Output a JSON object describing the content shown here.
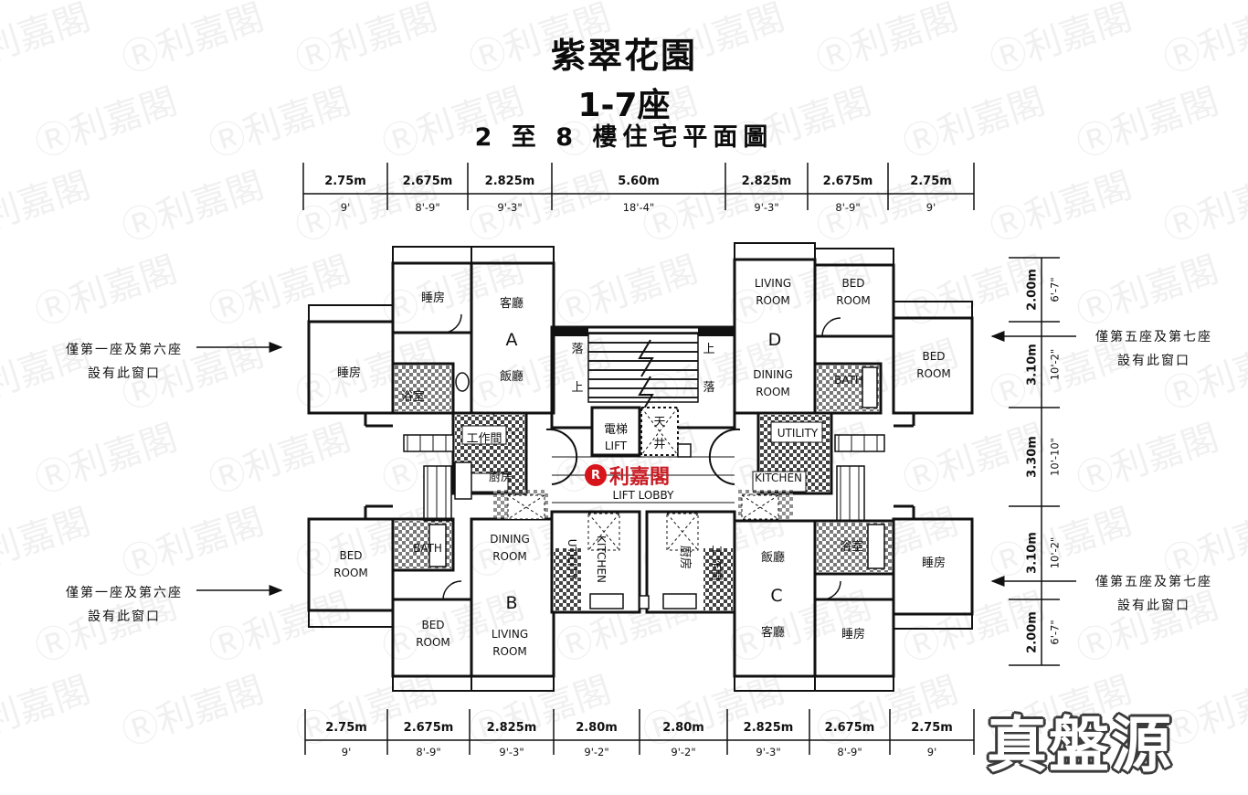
{
  "watermark": {
    "text": "Ⓡ利嘉閣"
  },
  "title": {
    "estate": "紫翠花園",
    "blocks": "1-7座",
    "subtitle": "2 至 8 樓住宅平面圖"
  },
  "top_dims": [
    {
      "m": "2.75m",
      "ft": "9'"
    },
    {
      "m": "2.675m",
      "ft": "8'-9\""
    },
    {
      "m": "2.825m",
      "ft": "9'-3\""
    },
    {
      "m": "5.60m",
      "ft": "18'-4\""
    },
    {
      "m": "2.825m",
      "ft": "9'-3\""
    },
    {
      "m": "2.675m",
      "ft": "8'-9\""
    },
    {
      "m": "2.75m",
      "ft": "9'"
    }
  ],
  "bottom_dims": [
    {
      "m": "2.75m",
      "ft": "9'"
    },
    {
      "m": "2.675m",
      "ft": "8'-9\""
    },
    {
      "m": "2.825m",
      "ft": "9'-3\""
    },
    {
      "m": "2.80m",
      "ft": "9'-2\""
    },
    {
      "m": "2.80m",
      "ft": "9'-2\""
    },
    {
      "m": "2.825m",
      "ft": "9'-3\""
    },
    {
      "m": "2.675m",
      "ft": "8'-9\""
    },
    {
      "m": "2.75m",
      "ft": "9'"
    }
  ],
  "right_dims": [
    {
      "m": "2.00m",
      "ft": "6'-7\""
    },
    {
      "m": "3.10m",
      "ft": "10'-2\""
    },
    {
      "m": "3.30m",
      "ft": "10'-10\""
    },
    {
      "m": "3.10m",
      "ft": "10'-2\""
    },
    {
      "m": "2.00m",
      "ft": "6'-7\""
    }
  ],
  "notes": {
    "left_top": [
      "僅第一座及第六座",
      "設有此窗口"
    ],
    "left_bottom": [
      "僅第一座及第六座",
      "設有此窗口"
    ],
    "right_top": [
      "僅第五座及第七座",
      "設有此窗口"
    ],
    "right_bottom": [
      "僅第五座及第七座",
      "設有此窗口"
    ]
  },
  "rooms": {
    "a_bedroom1": "睡房",
    "a_living": "客廳",
    "a_unit": "A",
    "a_dining": "飯廳",
    "a_bedroom2": "睡房",
    "a_bath": "浴室",
    "a_utility": "工作間",
    "a_kitchen": "廚房",
    "d_living_1": "LIVING",
    "d_living_2": "ROOM",
    "d_bed1_1": "BED",
    "d_bed1_2": "ROOM",
    "d_unit": "D",
    "d_dining_1": "DINING",
    "d_dining_2": "ROOM",
    "d_bath": "BATH",
    "d_bed2_1": "BED",
    "d_bed2_2": "ROOM",
    "d_utility": "UTILITY",
    "d_kitchen": "KITCHEN",
    "b_bed1_1": "BED",
    "b_bed1_2": "ROOM",
    "b_bath": "BATH",
    "b_dining_1": "DINING",
    "b_dining_2": "ROOM",
    "b_unit": "B",
    "b_bed2_1": "BED",
    "b_bed2_2": "ROOM",
    "b_living_1": "LIVING",
    "b_living_2": "ROOM",
    "b_kitchen": "KITCHEN",
    "b_utility": "UTILITY",
    "c_dining": "飯廳",
    "c_bath": "浴室",
    "c_bedroom1": "睡房",
    "c_unit": "C",
    "c_living": "客廳",
    "c_bedroom2": "睡房",
    "c_kitchen": "廚房",
    "c_utility": "工作間"
  },
  "core": {
    "lift_zh": "電梯",
    "lift_en": "LIFT",
    "shaft_1": "天",
    "shaft_2": "井",
    "lobby": "LIFT LOBBY",
    "stair_down_l": "落",
    "stair_up_l": "上",
    "stair_up_r": "上",
    "stair_down_r": "落"
  },
  "logo": {
    "icon": "R",
    "text": "利嘉閣"
  },
  "brand": "真盤源"
}
